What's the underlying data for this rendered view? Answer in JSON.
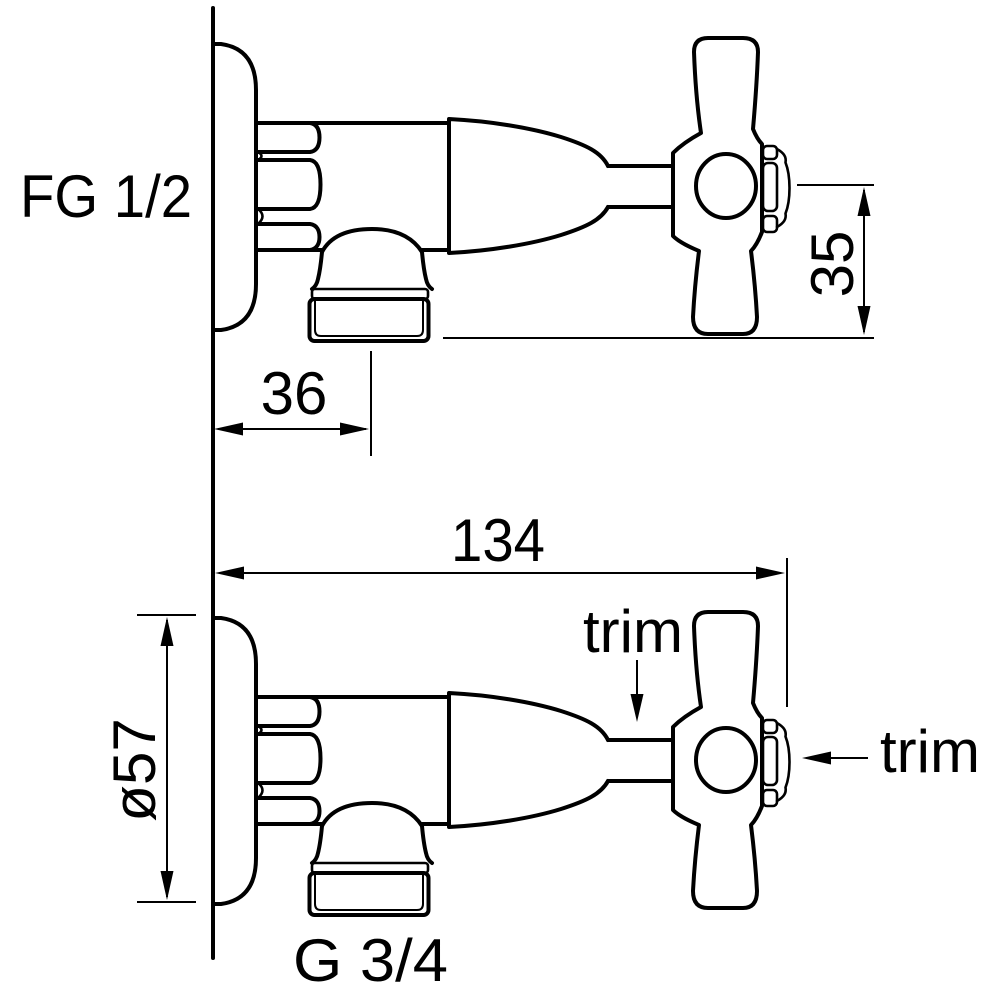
{
  "drawing": {
    "kind": "technical dimension drawing",
    "subject": "wall-mounted angle valve with cross handle, two side views"
  },
  "labels": {
    "inlet_thread": "FG 1/2",
    "outlet_thread": "G 3/4",
    "trim_pointer_stem": "trim",
    "trim_pointer_cap": "trim"
  },
  "dimensions": {
    "outlet_offset": "36",
    "handle_height": "35",
    "overall_length": "134",
    "flange_diameter": "ø57"
  },
  "colors": {
    "line": "#000000",
    "background": "#ffffff"
  }
}
